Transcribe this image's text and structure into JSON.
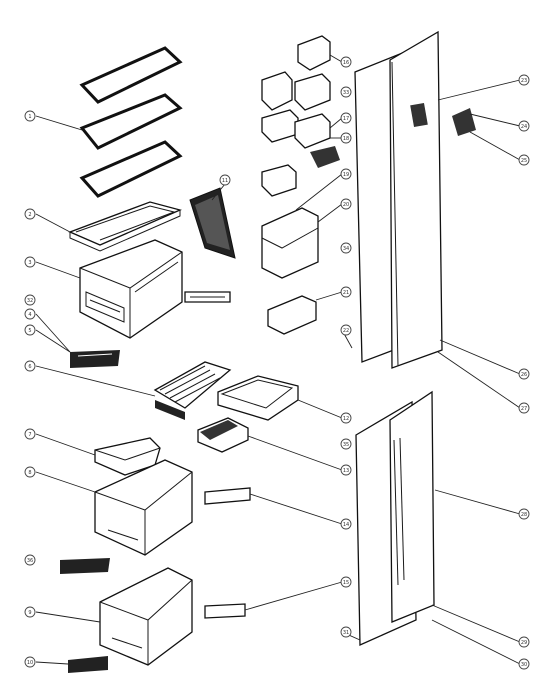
{
  "diagram": {
    "type": "exploded-parts-view",
    "callouts": [
      {
        "id": "c1",
        "label": "1"
      },
      {
        "id": "c2",
        "label": "2"
      },
      {
        "id": "c3",
        "label": "3"
      },
      {
        "id": "c4",
        "label": "4"
      },
      {
        "id": "c5",
        "label": "5"
      },
      {
        "id": "c6",
        "label": "6"
      },
      {
        "id": "c7",
        "label": "7"
      },
      {
        "id": "c8",
        "label": "8"
      },
      {
        "id": "c9",
        "label": "9"
      },
      {
        "id": "c10",
        "label": "10"
      },
      {
        "id": "c11",
        "label": "11"
      },
      {
        "id": "c12",
        "label": "12"
      },
      {
        "id": "c13",
        "label": "13"
      },
      {
        "id": "c14",
        "label": "14"
      },
      {
        "id": "c15",
        "label": "15"
      },
      {
        "id": "c16",
        "label": "16"
      },
      {
        "id": "c17",
        "label": "17"
      },
      {
        "id": "c18",
        "label": "18"
      },
      {
        "id": "c19",
        "label": "19"
      },
      {
        "id": "c20",
        "label": "20"
      },
      {
        "id": "c21",
        "label": "21"
      },
      {
        "id": "c22",
        "label": "22"
      },
      {
        "id": "c23",
        "label": "23"
      },
      {
        "id": "c24",
        "label": "24"
      },
      {
        "id": "c25",
        "label": "25"
      },
      {
        "id": "c26",
        "label": "26"
      },
      {
        "id": "c27",
        "label": "27"
      },
      {
        "id": "c28",
        "label": "28"
      },
      {
        "id": "c29",
        "label": "29"
      },
      {
        "id": "c30",
        "label": "30"
      },
      {
        "id": "c31",
        "label": "31"
      },
      {
        "id": "c32",
        "label": "32"
      },
      {
        "id": "c33",
        "label": "33"
      },
      {
        "id": "c34",
        "label": "34"
      },
      {
        "id": "c35",
        "label": "35"
      },
      {
        "id": "c36",
        "label": "36"
      }
    ]
  }
}
